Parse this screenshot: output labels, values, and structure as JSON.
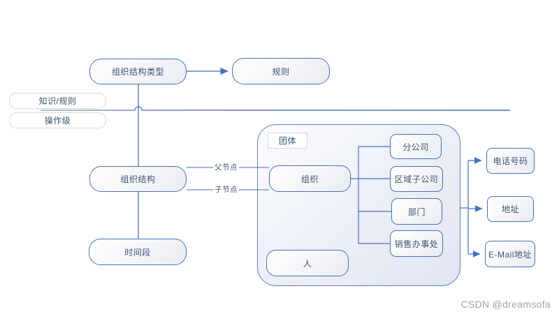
{
  "nodes": {
    "org_structure_type": "组织结构类型",
    "rule": "规则",
    "knowledge_rules": "知识/规则",
    "operation_level": "操作级",
    "org_structure": "组织结构",
    "time_period": "时间段",
    "group": "团体",
    "organization": "组织",
    "branch_company": "分公司",
    "regional_subsidiary": "区域子公司",
    "department": "部门",
    "sales_office": "销售办事处",
    "person": "人",
    "phone_number": "电话号码",
    "address": "地址",
    "email_address": "E-Mail地址"
  },
  "edge_labels": {
    "parent_node": "父节点",
    "child_node": "子节点"
  },
  "colors": {
    "node_border": "#4472c4",
    "node_text": "#3f5372",
    "connector": "#4472c4",
    "container_fill": "#e7eaf4",
    "pill_border": "#d9d9d9",
    "watermark": "#9fa3a8"
  },
  "watermark": "CSDN @dreamsofa"
}
